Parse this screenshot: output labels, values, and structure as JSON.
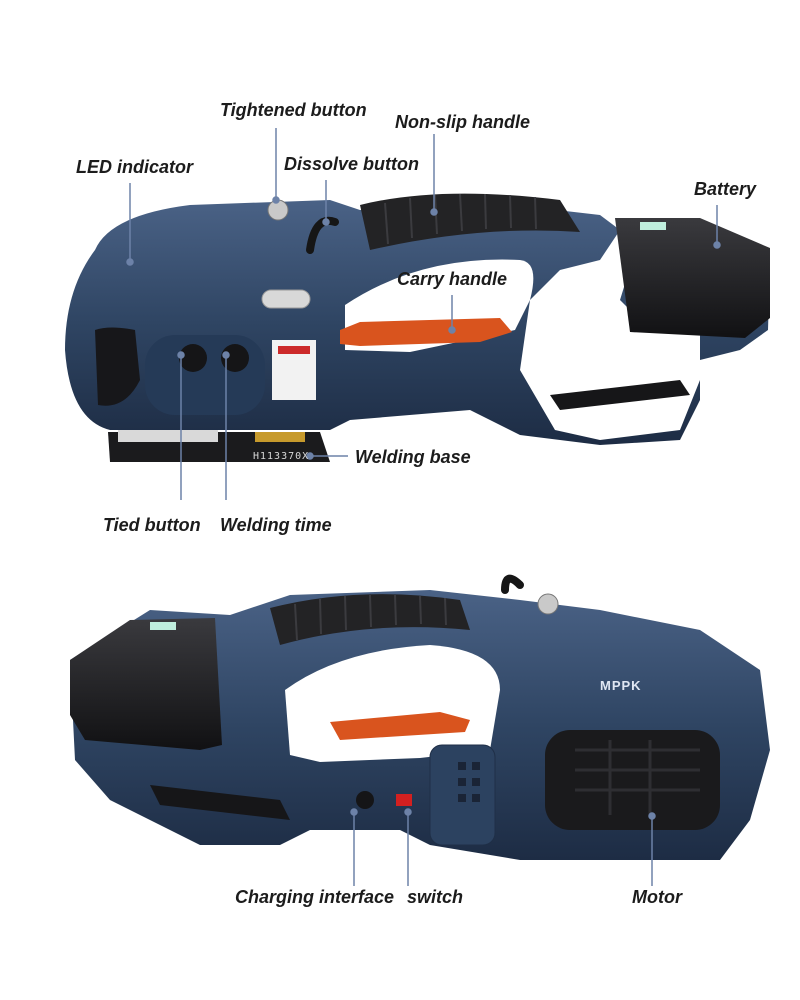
{
  "top_view": {
    "labels": {
      "tightened": "Tightened button",
      "non_slip": "Non-slip handle",
      "led": "LED indicator",
      "dissolve": "Dissolve button",
      "battery": "Battery",
      "carry": "Carry handle",
      "welding_base": "Welding base",
      "tied": "Tied button",
      "welding_time": "Welding time"
    },
    "model_stamp": "H113370X"
  },
  "bottom_view": {
    "labels": {
      "charging": "Charging interface",
      "switch": "switch",
      "motor": "Motor"
    },
    "brand": "MPPK"
  },
  "colors": {
    "body": "#2f4563",
    "body_dark": "#1f2f47",
    "black": "#1b1b1d",
    "orange": "#d9541e",
    "leader": "#6d82a8"
  }
}
